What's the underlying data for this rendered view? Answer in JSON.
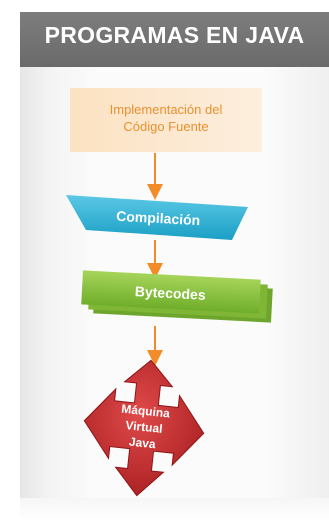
{
  "header": {
    "title": "PROGRAMAS EN JAVA"
  },
  "colors": {
    "header_bg": "#707070",
    "step1_fill": "#fde8cd",
    "step1_text": "#e8912f",
    "compile_fill": "#2cb6d8",
    "bytecode_fill": "#8cc63f",
    "jvm_fill": "#c5272b",
    "arrow": "#f28c28"
  },
  "diagram": {
    "step1_line1": "Implementación del",
    "step1_line2": "Código Fuente",
    "step2": "Compilación",
    "step3": "Bytecodes",
    "step4_line1": "Máquina",
    "step4_line2": "Virtual",
    "step4_line3": "Java"
  }
}
